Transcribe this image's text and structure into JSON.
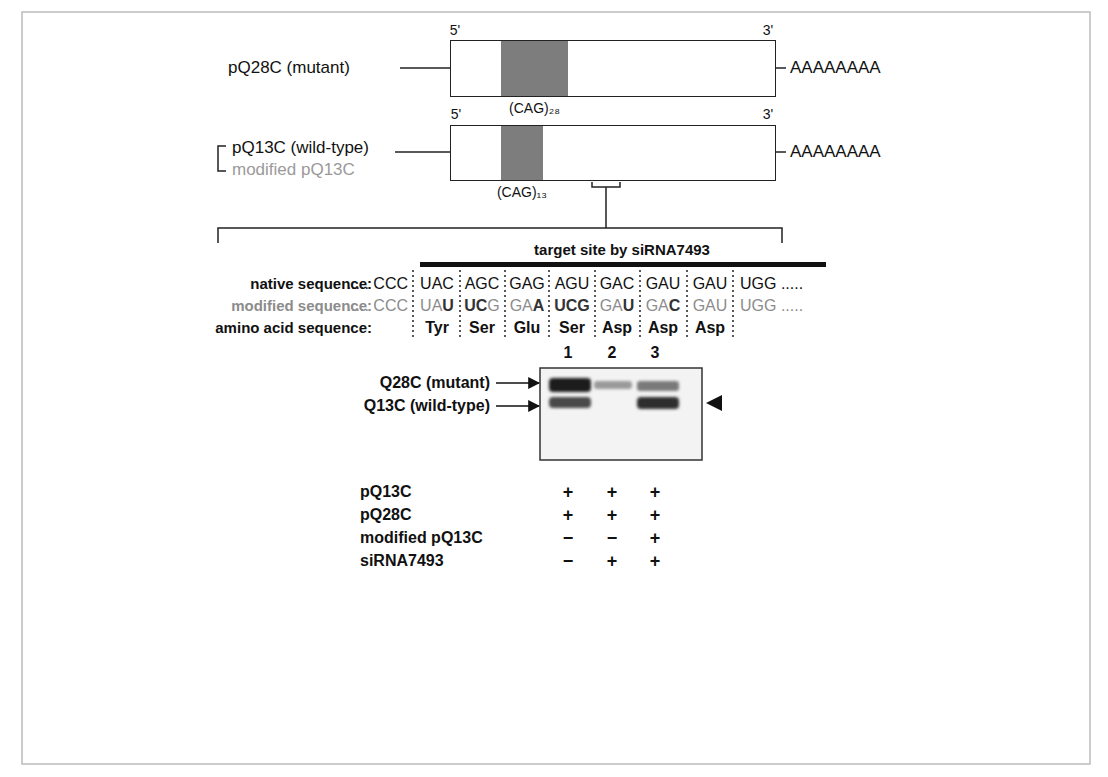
{
  "diagram": {
    "nodes": [
      {
        "text": [
          "(CAG)₂₈"
        ]
      },
      {
        "text": [
          "(CAG)₁₃"
        ]
      }
    ],
    "labels": [
      "pQ28C (mutant)",
      "5'",
      "3'",
      "AAAAAAAA",
      "5'",
      "3'",
      "pQ13C (wild-type)",
      "modified pQ13C",
      "AAAAAAAA",
      "target site by siRNA7493",
      "native sequence:",
      "..... CCC",
      "UAC",
      "AGC",
      "GAG",
      "AGU",
      "GAC",
      "GAU",
      "GAU",
      "UGG .....",
      "modified sequence:",
      "..... CCC",
      "UAU",
      "UCG",
      "GAA",
      "UCG",
      "GAU",
      "GAC",
      "GAU",
      "UGG .....",
      "amino acid sequence:",
      "Tyr",
      "Ser",
      "Glu",
      "Ser",
      "Asp",
      "Asp",
      "Asp",
      "1",
      "2",
      "3",
      "Q28C (mutant)",
      "Q13C (wild-type)",
      "pQ13C",
      "+",
      "+",
      "+",
      "pQ28C",
      "+",
      "+",
      "+",
      "modified pQ13C",
      "−",
      "−",
      "+",
      "siRNA7493",
      "−",
      "+",
      "+"
    ]
  }
}
